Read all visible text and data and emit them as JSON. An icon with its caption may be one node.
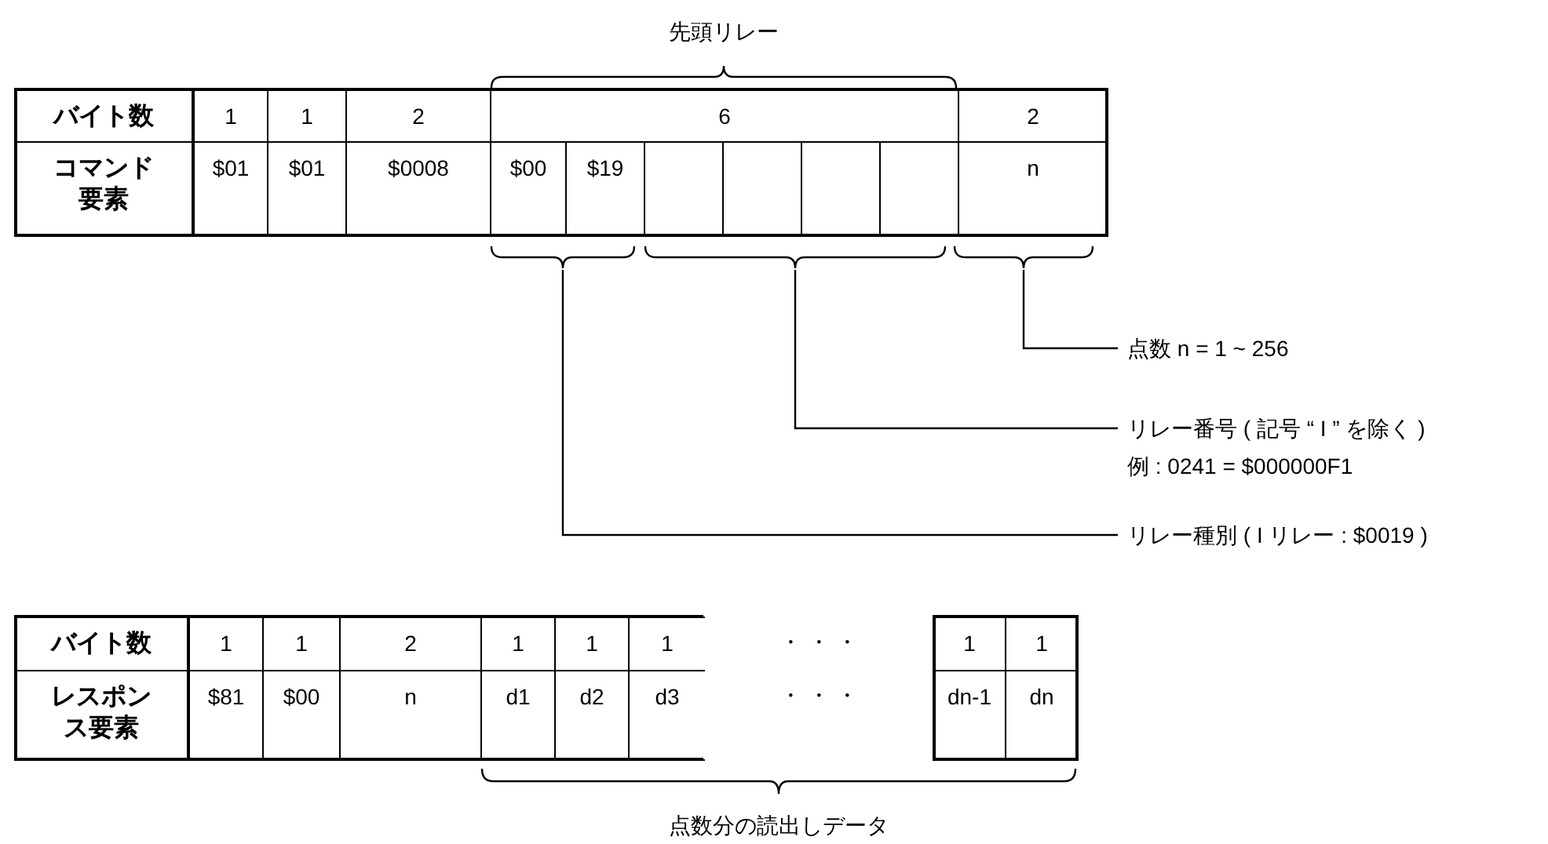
{
  "diagram": {
    "nodes": [
      {
        "text": [
          "点数 n = 1 ~ 256"
        ]
      },
      {
        "text": [
          "リレー番号 ( 記号 “ I ” を除く )",
          "例 : 0241 = $000000F1"
        ]
      },
      {
        "text": [
          "リレー種別 ( I リレー : $0019 )"
        ]
      },
      {
        "text": [],
        "shape": "bracket"
      },
      {
        "text": [],
        "shape": "bracket"
      },
      {
        "text": [],
        "shape": "bracket"
      }
    ],
    "edges": [
      {
        "from": 0,
        "to": 5,
        "arrow": "none"
      },
      {
        "from": 1,
        "to": 4,
        "arrow": "none"
      },
      {
        "from": 2,
        "to": 3,
        "arrow": "none"
      }
    ],
    "labels": [
      "先頭リレー",
      "バイト数",
      "1",
      "1",
      "2",
      "6",
      "2",
      "コマンド要素",
      "$01",
      "$01",
      "$0008",
      "$00",
      "$19",
      "n",
      "バイト数",
      "1",
      "1",
      "2",
      "1",
      "1",
      "1",
      "・ ・ ・",
      "1",
      "1",
      "レスポンス要素",
      "$81",
      "$00",
      "n",
      "d1",
      "d2",
      "d3",
      "・ ・ ・",
      "dn-1",
      "dn",
      "点数分の読出しデータ"
    ]
  }
}
